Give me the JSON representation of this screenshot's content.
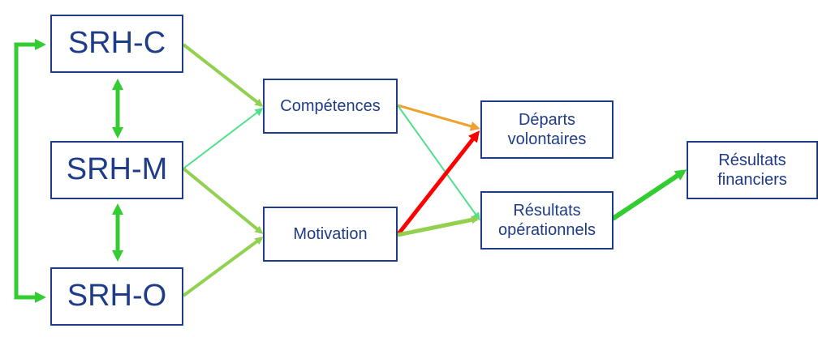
{
  "nodes": {
    "srh_c": "SRH-C",
    "srh_m": "SRH-M",
    "srh_o": "SRH-O",
    "competences": "Compétences",
    "motivation": "Motivation",
    "departs": "Départs\nvolontaires",
    "resultats_op": "Résultats\nopérationnels",
    "resultats_fin": "Résultats\nfinanciers"
  },
  "edges": [
    {
      "from": "srh_c",
      "to": "competences",
      "color": "#92d050"
    },
    {
      "from": "srh_m",
      "to": "competences",
      "color": "#4ee08a"
    },
    {
      "from": "srh_m",
      "to": "motivation",
      "color": "#92d050"
    },
    {
      "from": "srh_o",
      "to": "motivation",
      "color": "#92d050"
    },
    {
      "from": "competences",
      "to": "departs",
      "color": "#f0a030"
    },
    {
      "from": "competences",
      "to": "resultats_op",
      "color": "#4ee08a"
    },
    {
      "from": "motivation",
      "to": "departs",
      "color": "#ff0000"
    },
    {
      "from": "motivation",
      "to": "resultats_op",
      "color": "#92d050"
    },
    {
      "from": "resultats_op",
      "to": "resultats_fin",
      "color": "#33cc33"
    },
    {
      "from": "srh_c",
      "to": "srh_m",
      "color": "#33cc33",
      "bidirectional": true
    },
    {
      "from": "srh_m",
      "to": "srh_o",
      "color": "#33cc33",
      "bidirectional": true
    },
    {
      "from": "srh_c",
      "to": "srh_o",
      "color": "#33cc33",
      "bidirectional": true
    }
  ]
}
